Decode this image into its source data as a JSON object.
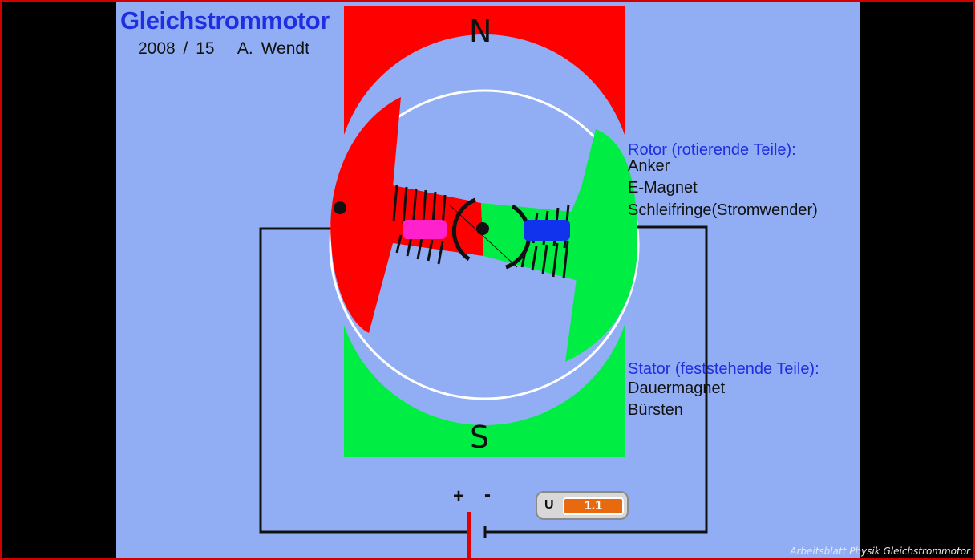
{
  "title": "Gleichstrommotor",
  "credit": "2008 / 15   A. Wendt",
  "poles": {
    "north": "N",
    "south": "S"
  },
  "rotor": {
    "heading": "Rotor (rotierende Teile):",
    "items": [
      "Anker",
      "E-Magnet",
      "Schleifringe(Stromwender)"
    ]
  },
  "stator": {
    "heading": "Stator (feststehende Teile):",
    "items": [
      "Dauermagnet",
      "Bürsten"
    ]
  },
  "battery": {
    "plus": "+",
    "minus": "-"
  },
  "voltage": {
    "label": "U",
    "value": "1.1"
  },
  "caption": "Arbeitsblatt Physik Gleichstrommotor",
  "colors": {
    "background": "#91aef5",
    "north": "#ff0000",
    "south": "#00ee44",
    "brush_left": "#ff22cc",
    "brush_right": "#1133ee",
    "text_heading": "#1e2ee0",
    "slider": "#e86a10"
  }
}
